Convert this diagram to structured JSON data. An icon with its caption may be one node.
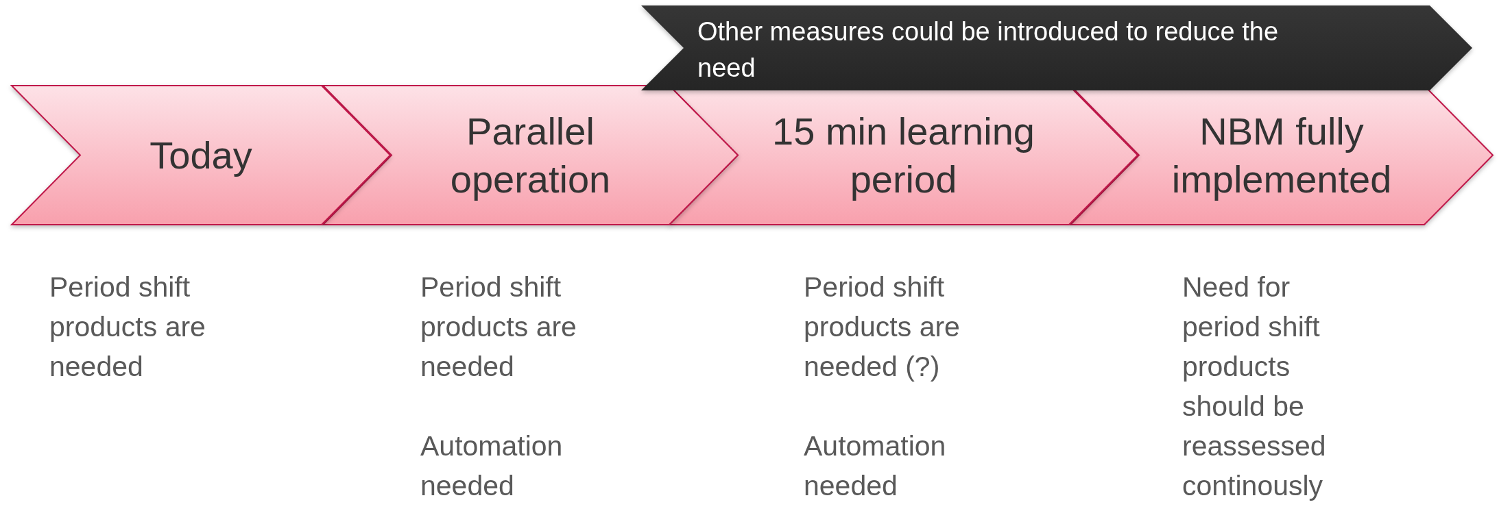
{
  "diagram": {
    "nodes": [
      {
        "text": [
          "Other measures could be introduced to reduce the need"
        ]
      },
      {
        "text": [
          "Today"
        ],
        "beside": [
          "Period shift products are needed"
        ]
      },
      {
        "text": [
          "Parallel operation"
        ],
        "beside": [
          "Period shift products are needed",
          "Automation needed"
        ]
      },
      {
        "text": [
          "15 min learning period"
        ],
        "beside": [
          "Period shift products are needed (?)",
          "Automation needed"
        ]
      },
      {
        "text": [
          "NBM fully implemented"
        ],
        "beside": [
          "Need for period shift products should be reassessed continously"
        ]
      }
    ]
  }
}
